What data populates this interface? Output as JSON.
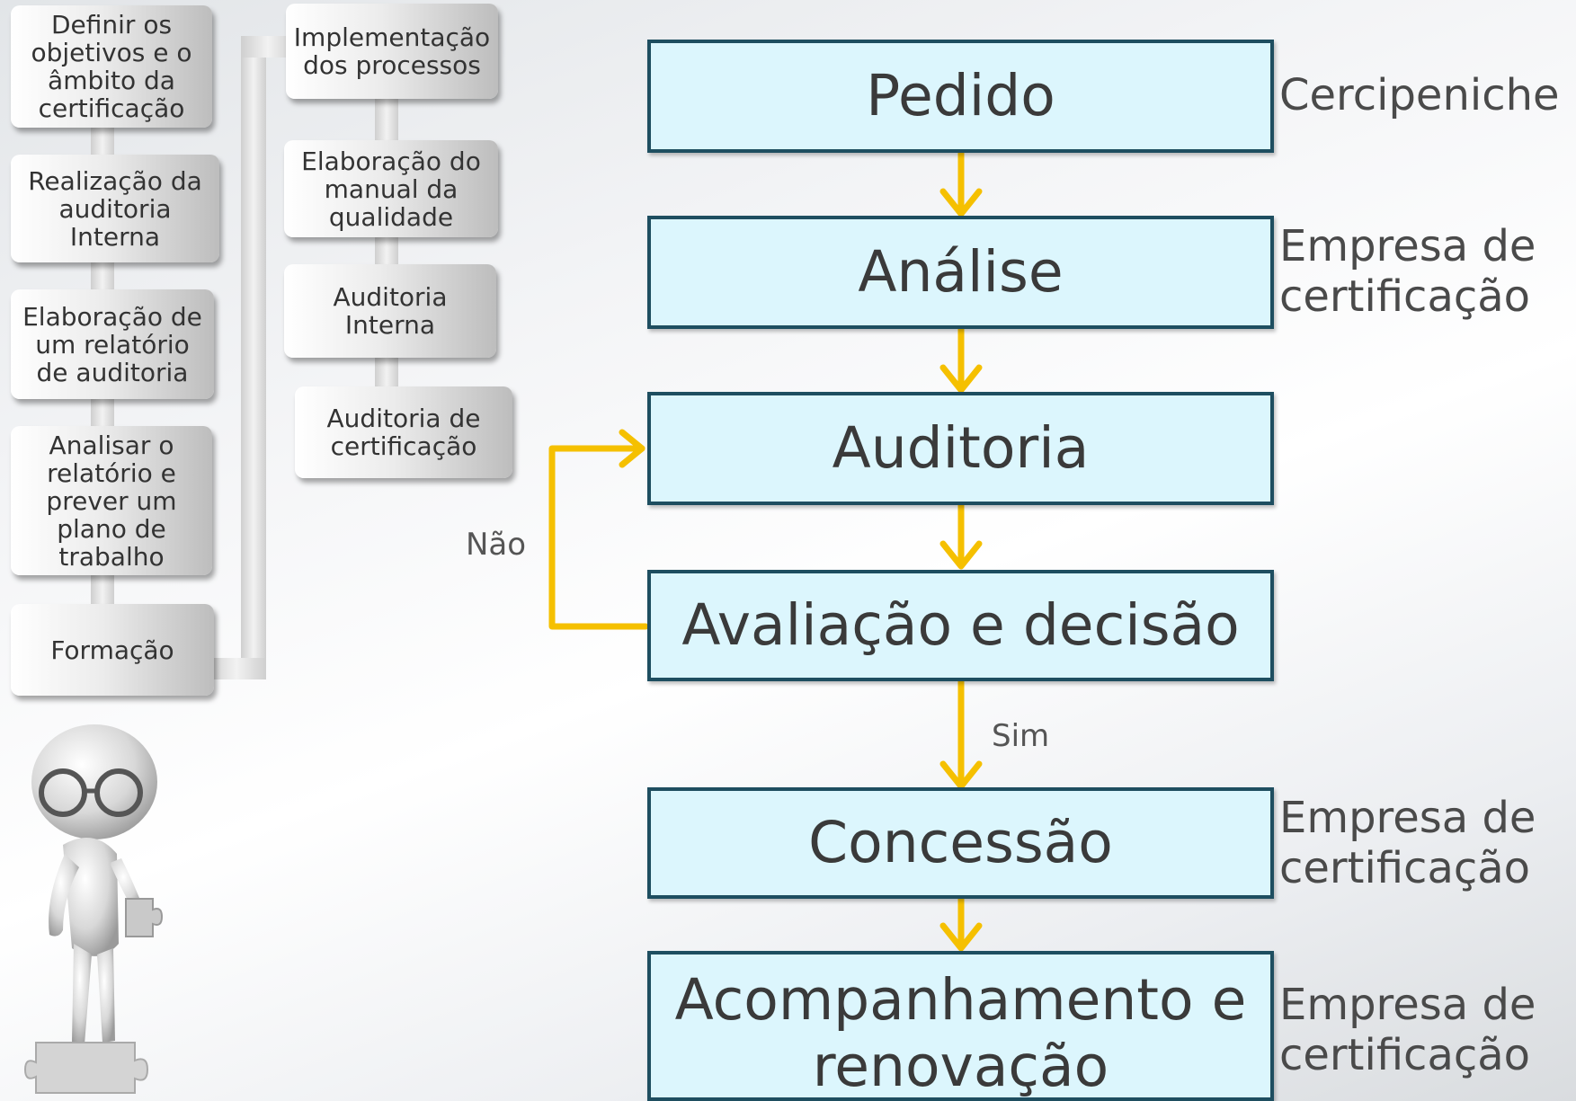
{
  "left_column_1": [
    "Definir os objetivos e o âmbito da certificação",
    "Realização da auditoria Interna",
    "Elaboração de um relatório de auditoria",
    "Analisar o relatório e prever um plano de trabalho",
    "Formação"
  ],
  "left_column_2": [
    "Implementação dos processos",
    "Elaboração do manual da qualidade",
    "Auditoria Interna",
    "Auditoria de certificação"
  ],
  "flow_steps": [
    "Pedido",
    "Análise",
    "Auditoria",
    "Avaliação e decisão",
    "Concessão",
    "Acompanhamento e renovação"
  ],
  "side_labels": {
    "pedido": "Cercipeniche",
    "analise": "Empresa de certificação",
    "concessao": "Empresa de certificação",
    "acompanhamento": "Empresa de certificação"
  },
  "edge_labels": {
    "no": "Não",
    "yes": "Sim"
  },
  "colors": {
    "flow_fill": "#dcf6fd",
    "flow_border": "#1e4e60",
    "arrow": "#f5c000"
  }
}
